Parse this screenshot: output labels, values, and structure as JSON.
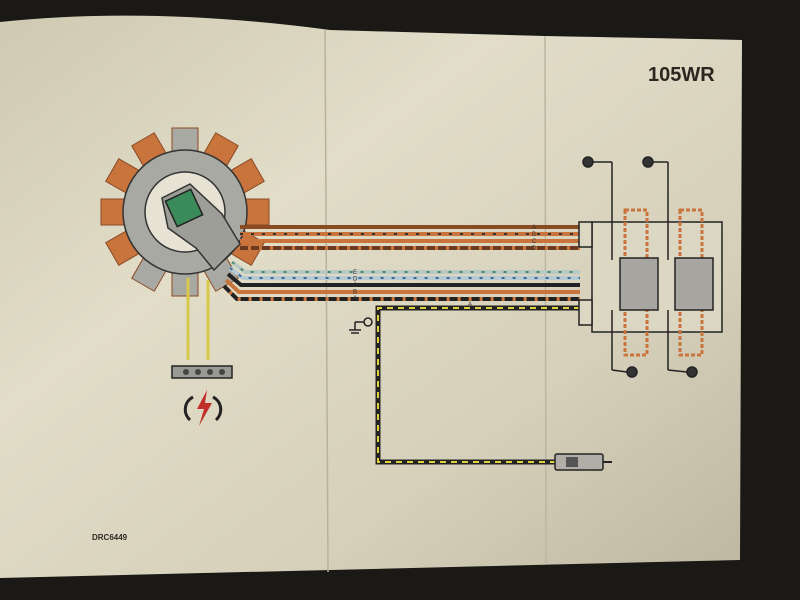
{
  "diagram": {
    "model_title": "105WR",
    "drawing_code": "DRC6449",
    "upper_harness_labels": [
      "A",
      "B",
      "C",
      "D"
    ],
    "lower_harness_labels": [
      "E",
      "D",
      "C",
      "B",
      "A"
    ],
    "ignition_lead_label": "A",
    "colors": {
      "paper": "#d8d2bc",
      "orange_wire": "#c8743c",
      "brown_wire": "#6b3a20",
      "yellow_wire": "#d8c84a",
      "green_module": "#3b8a5a",
      "spark_icon": "#c0302a"
    },
    "icons": [
      "stator-icon",
      "trigger-module-icon",
      "terminal-block-icon",
      "charging-spark-icon",
      "ground-icon",
      "spark-plug-icon",
      "ignition-coil-icon"
    ]
  }
}
